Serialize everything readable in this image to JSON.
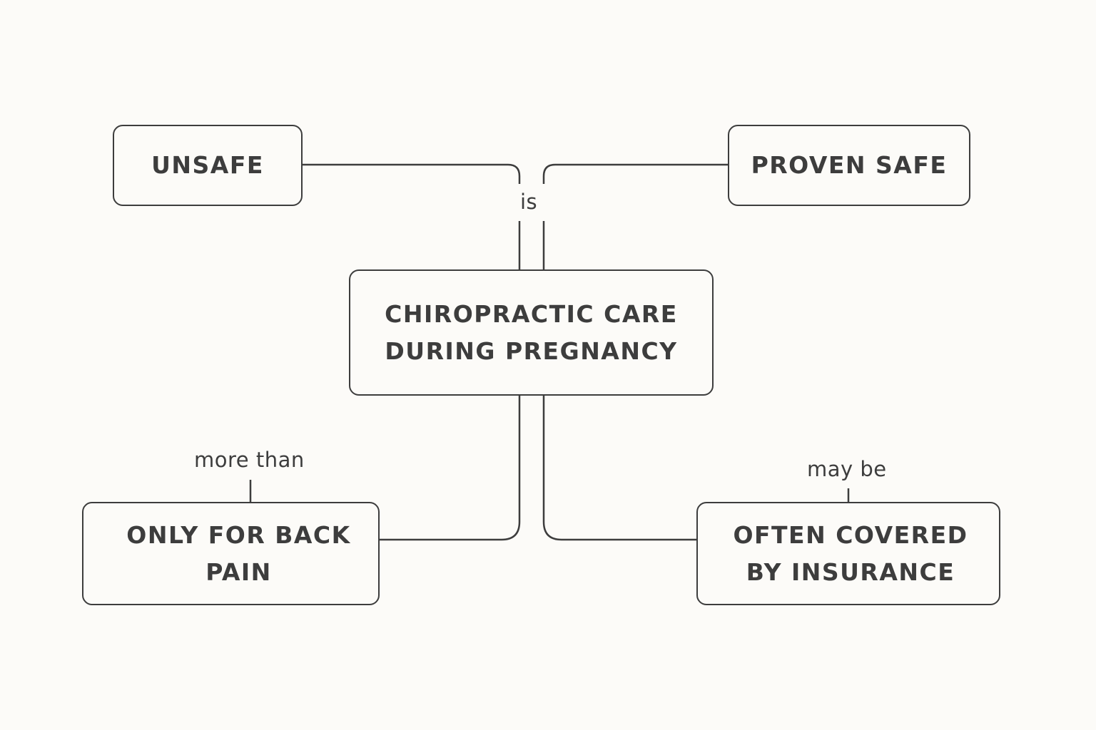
{
  "diagram": {
    "center": {
      "lines": [
        "CHIROPRACTIC CARE",
        "DURING PREGNANCY"
      ]
    },
    "nodes": {
      "unsafe": {
        "lines": [
          "UNSAFE"
        ]
      },
      "proven_safe": {
        "lines": [
          "PROVEN SAFE"
        ]
      },
      "back_pain": {
        "lines": [
          "ONLY FOR BACK",
          "PAIN"
        ]
      },
      "insurance": {
        "lines": [
          "OFTEN COVERED",
          "BY INSURANCE"
        ]
      }
    },
    "edge_labels": {
      "is": "is",
      "more_than": "more than",
      "may_be": "may be"
    },
    "colors": {
      "background": "#fcfbf8",
      "ink": "#3d3d3d"
    }
  }
}
